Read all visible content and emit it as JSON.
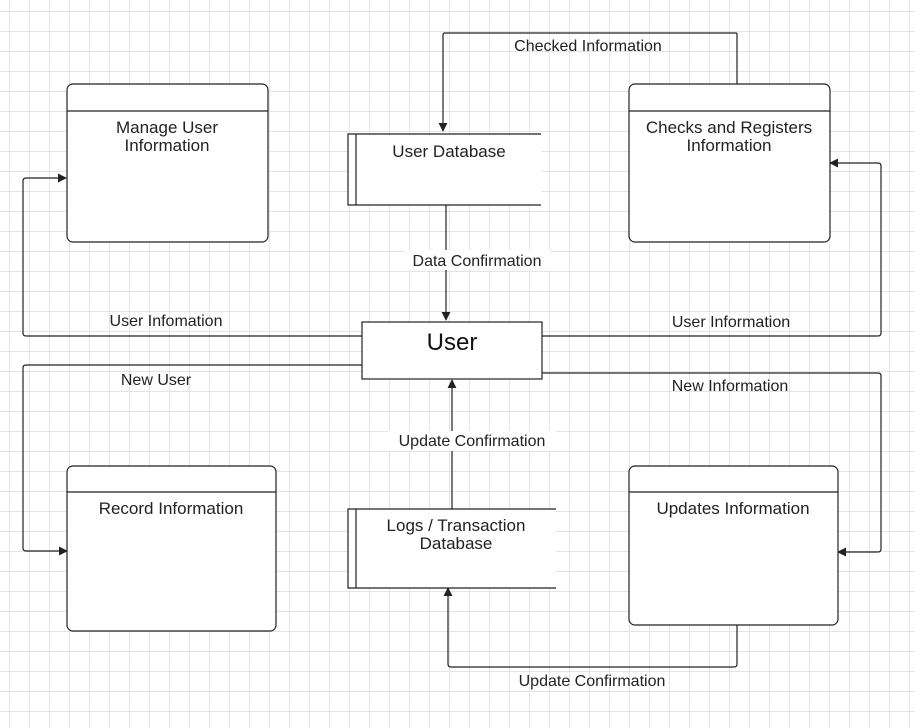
{
  "processes": {
    "manage_user": {
      "line1": "Manage User",
      "line2": "Information"
    },
    "checks_registers": {
      "line1": "Checks and Registers",
      "line2": "Information"
    },
    "record": {
      "line1": "Record Information"
    },
    "updates": {
      "line1": "Updates Information"
    }
  },
  "stores": {
    "user_db": {
      "line1": "User Database"
    },
    "logs_db": {
      "line1": "Logs / Transaction",
      "line2": "Database"
    }
  },
  "entity": {
    "label": "User"
  },
  "flows": {
    "checked_information": "Checked Information",
    "data_confirmation": "Data Confirmation",
    "user_infomation": "User Infomation",
    "user_information": "User Information",
    "new_user": "New User",
    "new_information": "New Information",
    "update_confirmation_center": "Update Confirmation",
    "update_confirmation_bottom": "Update Confirmation"
  }
}
